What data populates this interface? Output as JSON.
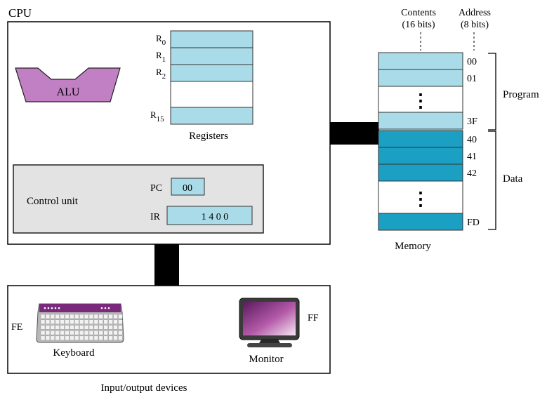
{
  "cpu": {
    "label": "CPU",
    "alu_label": "ALU",
    "registers": {
      "caption": "Registers",
      "names": [
        {
          "base": "R",
          "sub": "0"
        },
        {
          "base": "R",
          "sub": "1"
        },
        {
          "base": "R",
          "sub": "2"
        },
        {
          "base": "R",
          "sub": "15"
        }
      ]
    },
    "control_unit": {
      "label": "Control unit",
      "pc": {
        "label": "PC",
        "value": "00"
      },
      "ir": {
        "label": "IR",
        "value": "1 4 0 0"
      }
    }
  },
  "memory": {
    "caption": "Memory",
    "contents_header": {
      "line1": "Contents",
      "line2": "(16 bits)"
    },
    "address_header": {
      "line1": "Address",
      "line2": "(8 bits)"
    },
    "addresses": [
      "00",
      "01",
      "3F",
      "40",
      "41",
      "42",
      "FD"
    ],
    "ellipsis": "⋮",
    "program_label": "Program",
    "data_label": "Data"
  },
  "io": {
    "label": "Input/output devices",
    "keyboard": {
      "label": "Keyboard",
      "address": "FE"
    },
    "monitor": {
      "label": "Monitor",
      "address": "FF"
    }
  },
  "colors": {
    "alu": "#c17fc4",
    "register_fill": "#a9dce8",
    "memory_light": "#a9dce8",
    "memory_dark": "#1b9fc3",
    "control_unit_bg": "#e3e3e3",
    "bus": "#000000",
    "device_purple": "#7a2a7a"
  }
}
